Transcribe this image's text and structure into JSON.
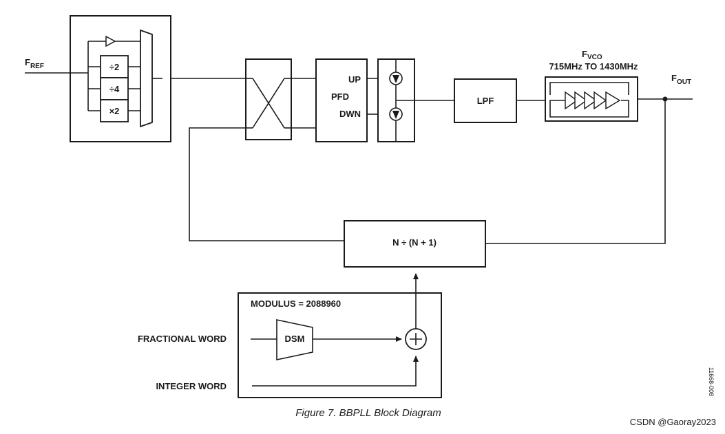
{
  "signals": {
    "fref_main": "F",
    "fref_sub": "REF",
    "fvco_main": "F",
    "fvco_sub": "VCO",
    "fvco_range": "715MHz TO 1430MHz",
    "fout_main": "F",
    "fout_sub": "OUT"
  },
  "ref_block": {
    "div2": "÷2",
    "div4": "÷4",
    "mul2": "×2"
  },
  "pfd": {
    "label": "PFD",
    "up": "UP",
    "down": "DWN"
  },
  "lpf": {
    "label": "LPF"
  },
  "divider": {
    "label": "N ÷ (N + 1)"
  },
  "dsm_block": {
    "modulus": "MODULUS = 2088960",
    "dsm": "DSM",
    "fractional_word": "FRACTIONAL WORD",
    "integer_word": "INTEGER WORD"
  },
  "caption": "Figure 7. BBPLL Block Diagram",
  "figure_code": "11668-008",
  "watermark": "CSDN @Gaoray2023"
}
